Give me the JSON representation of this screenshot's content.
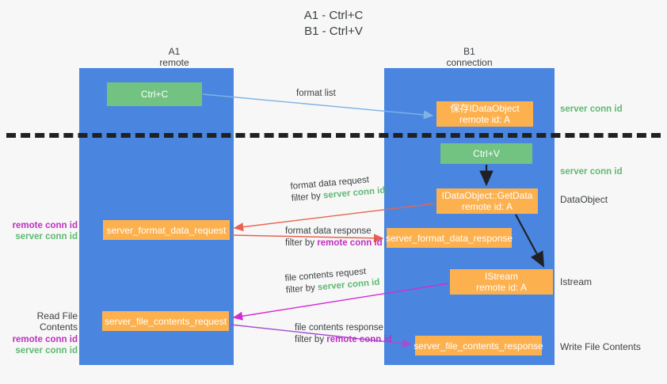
{
  "title": {
    "line1": "A1 - Ctrl+C",
    "line2": "B1 - Ctrl+V"
  },
  "lanes": [
    {
      "id": "a1",
      "name": "A1",
      "role": "remote"
    },
    {
      "id": "b1",
      "name": "B1",
      "role": "connection"
    }
  ],
  "nodes": {
    "ctrl_c": {
      "label": "Ctrl+C",
      "color": "#72c282"
    },
    "save_idataobject": {
      "label": "保存IDataObject",
      "sub": "remote id: A",
      "color": "#fcb14e"
    },
    "ctrl_v": {
      "label": "Ctrl+V",
      "color": "#72c282"
    },
    "getdata": {
      "label": "IDataObject::GetData",
      "sub": "remote id: A",
      "color": "#fcb14e"
    },
    "server_format_data_request": {
      "label": "server_format_data_request",
      "color": "#fcb14e"
    },
    "server_format_data_response": {
      "label": "server_format_data_response",
      "color": "#fcb14e"
    },
    "istream": {
      "label": "IStream",
      "sub": "remote id: A",
      "color": "#fcb14e"
    },
    "server_file_contents_request": {
      "label": "server_file_contents_request",
      "color": "#fcb14e"
    },
    "server_file_contents_response": {
      "label": "server_file_contents_response",
      "color": "#fcb14e"
    }
  },
  "edges": {
    "format_list": {
      "label": "format list",
      "color": "#7fb2e5"
    },
    "format_data_request": {
      "label": "format data request",
      "filter_prefix": "filter by ",
      "filter_value": "server conn id",
      "color": "#e8634f"
    },
    "format_data_response": {
      "label": "format data response",
      "filter_prefix": "filter by ",
      "filter_value": "remote conn id",
      "color": "#e8634f"
    },
    "file_contents_request": {
      "label": "file contents request",
      "filter_prefix": "filter by ",
      "filter_value": "server conn id",
      "color": "#d42bd4"
    },
    "file_contents_response": {
      "label": "file contents response",
      "filter_prefix": "filter by ",
      "filter_value": "remote conn id",
      "color": "#a24fd0"
    }
  },
  "annotations": {
    "server_conn_id_1": "server conn id",
    "server_conn_id_2": "server conn id",
    "dataobject": "DataObject",
    "istream": "Istream",
    "write_file_contents": "Write File Contents",
    "read_file_contents": "Read File Contents",
    "remote_conn_id": "remote conn id",
    "server_conn_id": "server conn id"
  },
  "colors": {
    "lane": "#4a86e0",
    "green_node": "#72c282",
    "orange_node": "#fcb14e",
    "green_text": "#5fb972",
    "purple_text": "#c030c0",
    "divider": "#202124",
    "background": "#f7f7f7"
  }
}
